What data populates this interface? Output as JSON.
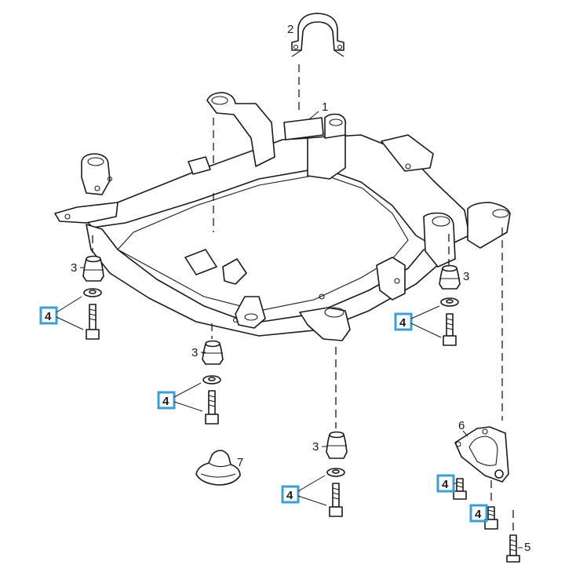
{
  "callouts": {
    "frame": "1",
    "clamp": "2",
    "bushing": "3",
    "bolt": "4",
    "screw": "5",
    "bracket": "6",
    "cap": "7"
  },
  "colors": {
    "line": "#1a1a1a",
    "highlight_box": "#3a9fd6",
    "background": "#ffffff"
  }
}
